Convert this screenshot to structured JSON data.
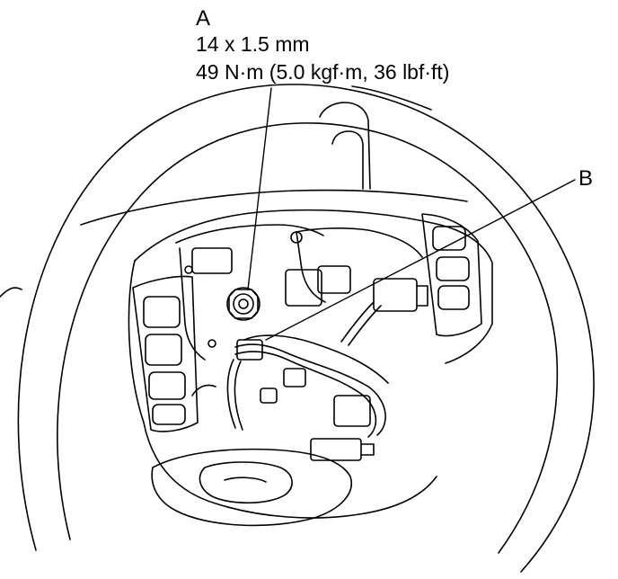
{
  "callouts": {
    "a": {
      "letter": "A",
      "size": "14 x 1.5 mm",
      "torque": "49 N·m (5.0 kgf·m, 36 lbf·ft)"
    },
    "b": {
      "letter": "B"
    }
  },
  "colors": {
    "line": "#000000",
    "background": "#ffffff"
  }
}
